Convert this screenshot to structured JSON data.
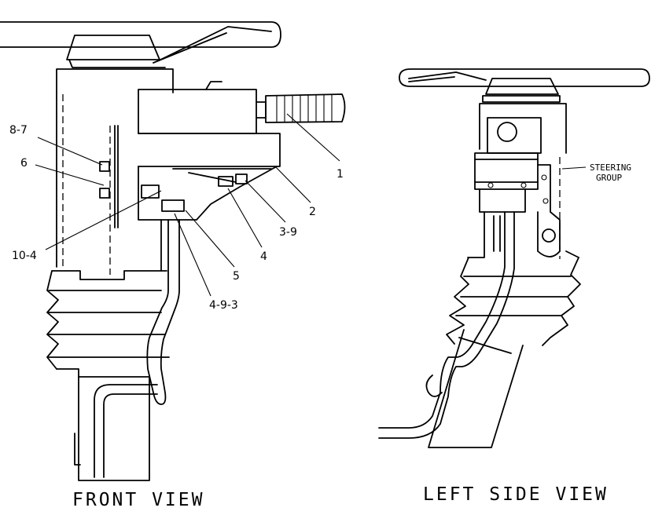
{
  "front_view": {
    "title": "FRONT VIEW",
    "callouts": {
      "c1": "1",
      "c2": "2",
      "c3_9": "3-9",
      "c4": "4",
      "c5": "5",
      "c4_9_3": "4-9-3",
      "c10_4": "10-4",
      "c6": "6",
      "c8_7": "8-7"
    }
  },
  "side_view": {
    "title": "LEFT SIDE VIEW",
    "label_line1": "STEERING",
    "label_line2": "GROUP"
  }
}
